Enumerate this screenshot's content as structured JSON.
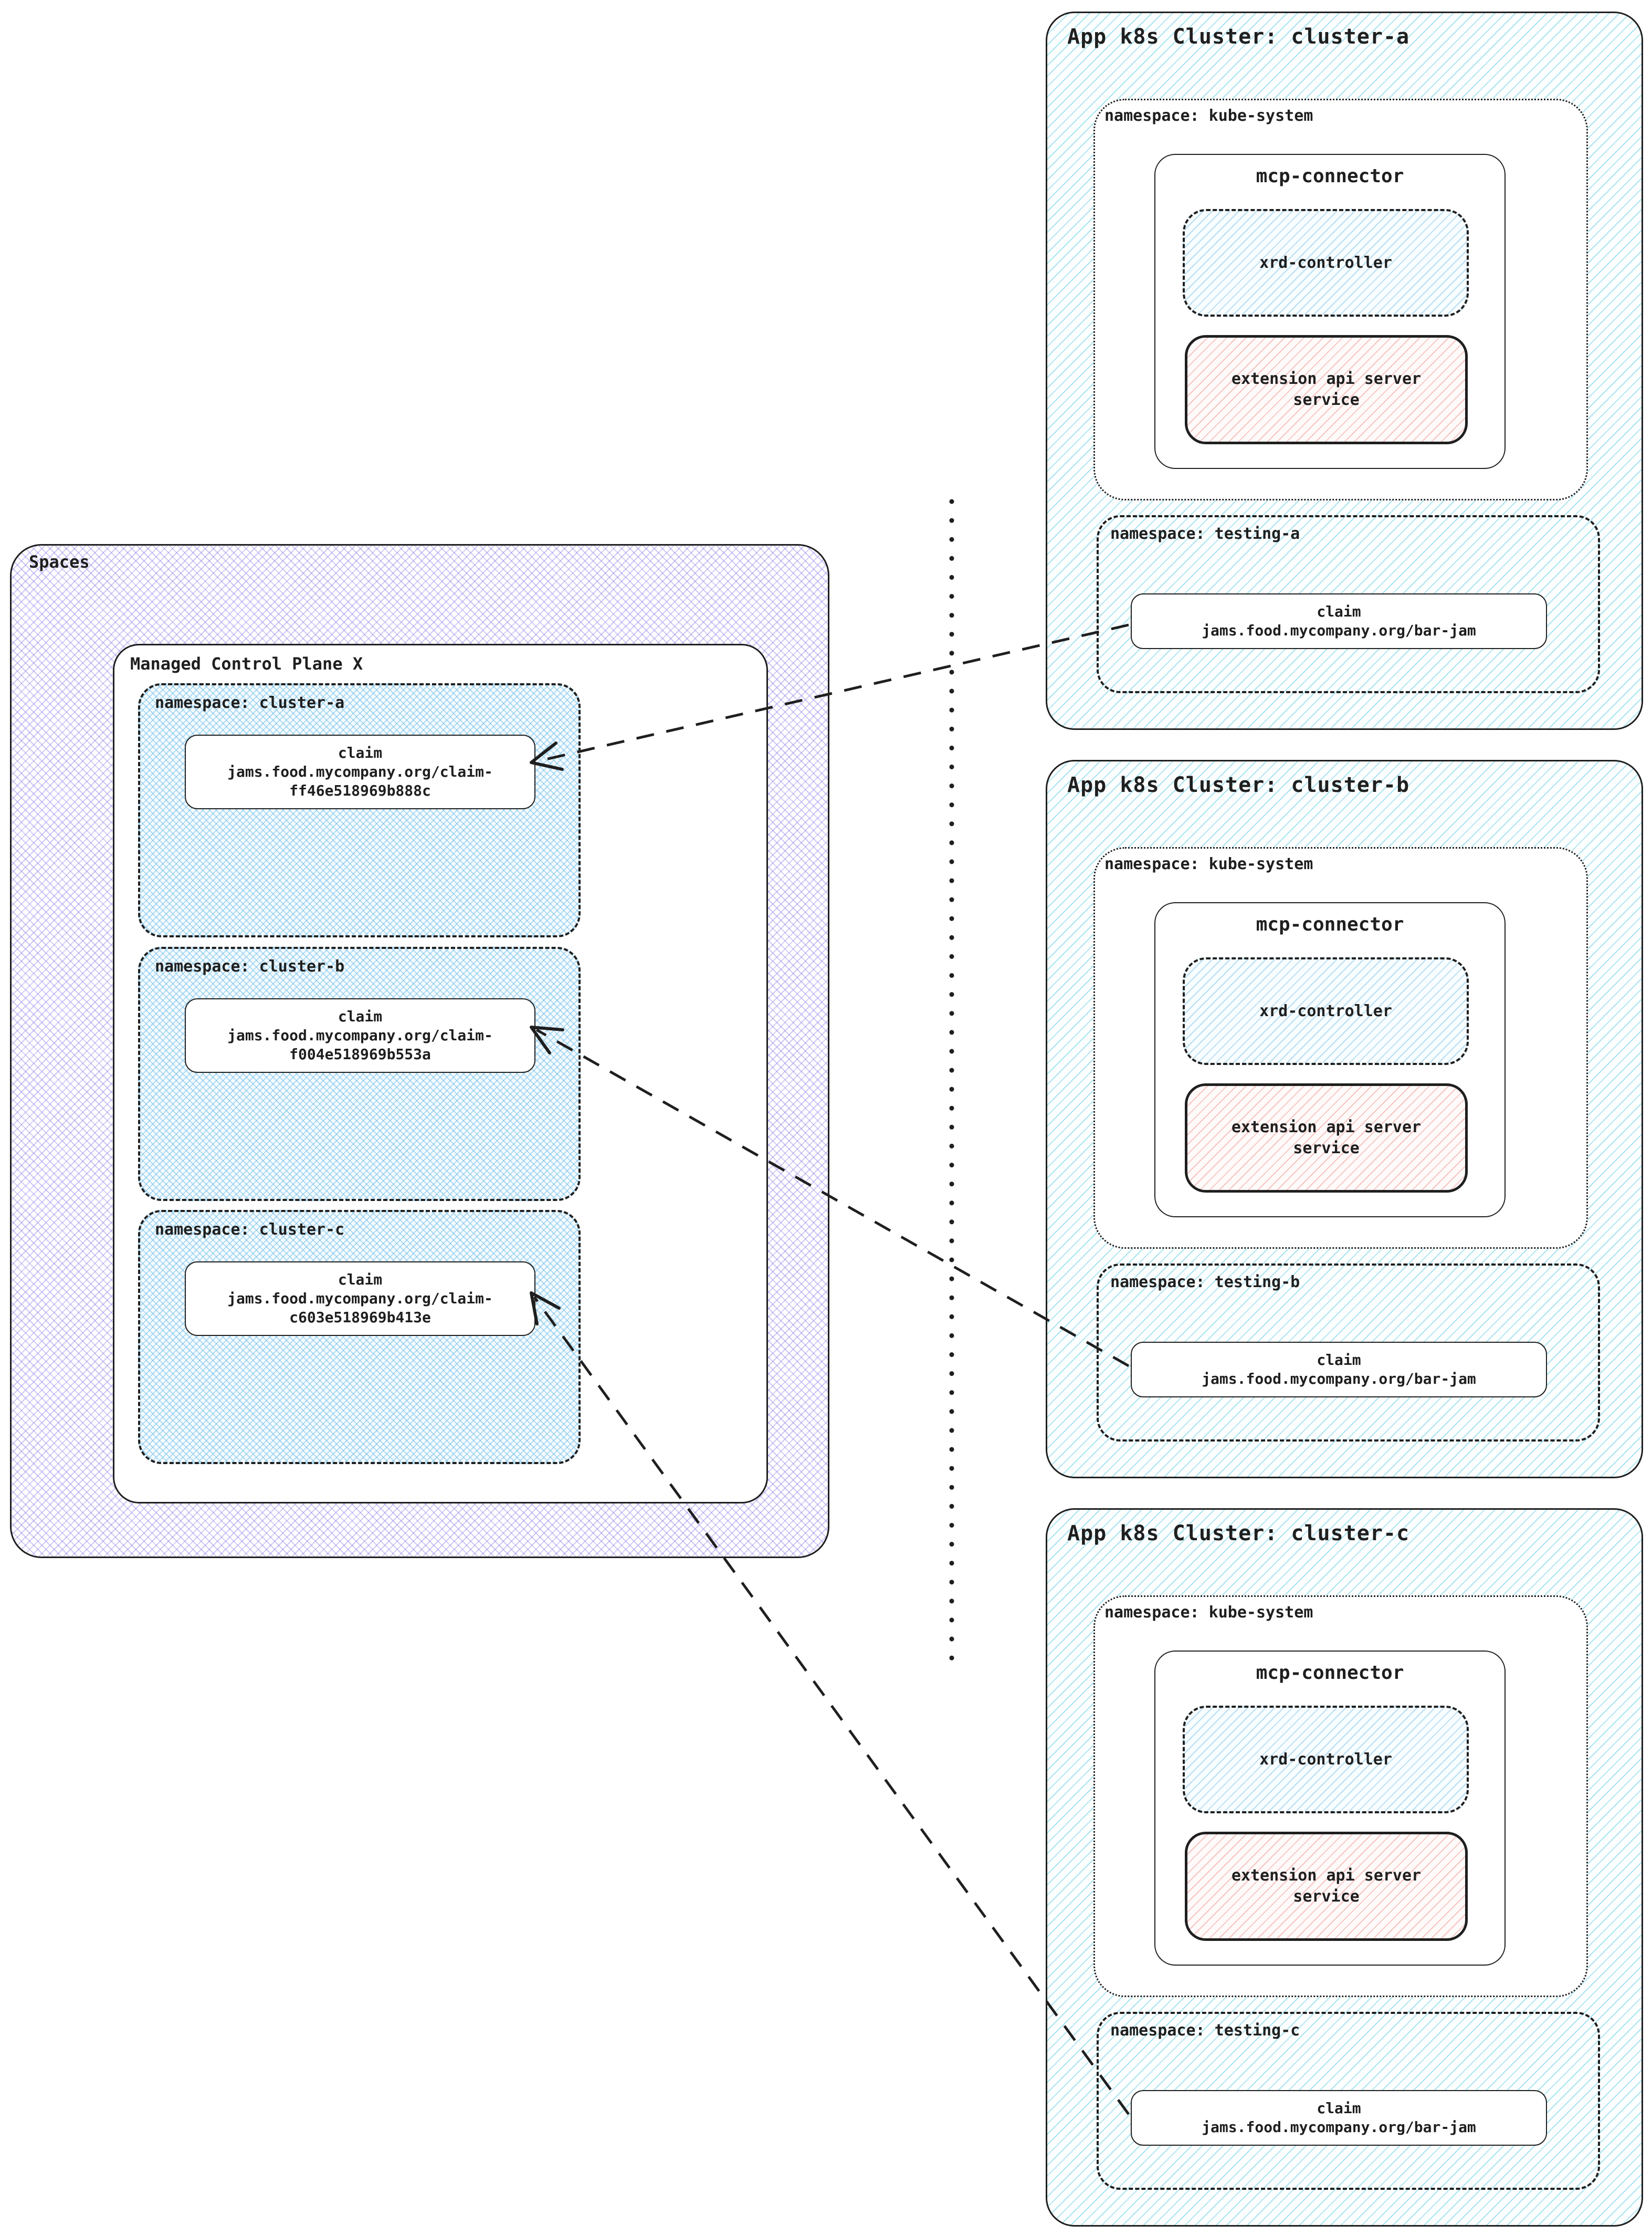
{
  "spaces": {
    "label": "Spaces",
    "control_plane": {
      "label": "Managed Control Plane X",
      "namespaces": [
        {
          "label": "namespace: cluster-a",
          "claim": {
            "title": "claim",
            "line1": "jams.food.mycompany.org/claim-",
            "line2": "ff46e518969b888c"
          }
        },
        {
          "label": "namespace: cluster-b",
          "claim": {
            "title": "claim",
            "line1": "jams.food.mycompany.org/claim-",
            "line2": "f004e518969b553a"
          }
        },
        {
          "label": "namespace: cluster-c",
          "claim": {
            "title": "claim",
            "line1": "jams.food.mycompany.org/claim-",
            "line2": "c603e518969b413e"
          }
        }
      ]
    }
  },
  "clusters": [
    {
      "title": "App k8s Cluster: cluster-a",
      "kube_system": {
        "label": "namespace: kube-system",
        "mcp_connector": {
          "title": "mcp-connector",
          "xrd_controller": "xrd-controller",
          "extension_api": {
            "line1": "extension api server",
            "line2": "service"
          }
        }
      },
      "testing": {
        "label": "namespace: testing-a",
        "claim": {
          "title": "claim",
          "line": "jams.food.mycompany.org/bar-jam"
        }
      }
    },
    {
      "title": "App k8s Cluster: cluster-b",
      "kube_system": {
        "label": "namespace: kube-system",
        "mcp_connector": {
          "title": "mcp-connector",
          "xrd_controller": "xrd-controller",
          "extension_api": {
            "line1": "extension api server",
            "line2": "service"
          }
        }
      },
      "testing": {
        "label": "namespace: testing-b",
        "claim": {
          "title": "claim",
          "line": "jams.food.mycompany.org/bar-jam"
        }
      }
    },
    {
      "title": "App k8s Cluster: cluster-c",
      "kube_system": {
        "label": "namespace: kube-system",
        "mcp_connector": {
          "title": "mcp-connector",
          "xrd_controller": "xrd-controller",
          "extension_api": {
            "line1": "extension api server",
            "line2": "service"
          }
        }
      },
      "testing": {
        "label": "namespace: testing-c",
        "claim": {
          "title": "claim",
          "line": "jams.food.mycompany.org/bar-jam"
        }
      }
    }
  ],
  "colors": {
    "ink": "#1f1f1f",
    "cluster_hatch": "#66cde5",
    "spaces_hatch": "#8e7ce8",
    "namespace_hatch": "#60b5e4",
    "xrd_hatch": "#78bee6",
    "extension_hatch": "#eb827d"
  }
}
